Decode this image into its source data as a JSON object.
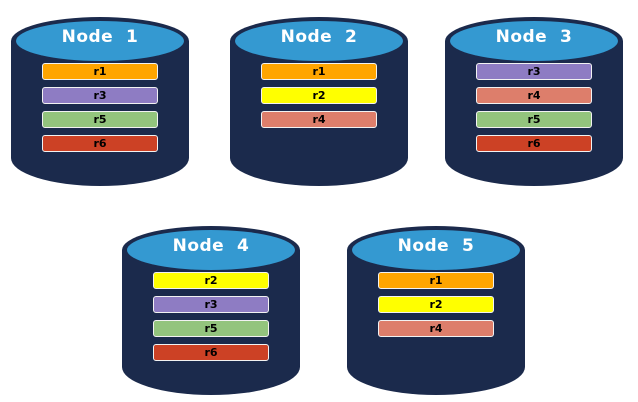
{
  "diagram": {
    "background": "#FFFFFF",
    "palette": {
      "cylinder_body": "#1B2A4C",
      "cylinder_top": "#3499D1",
      "title_color": "#FFFFFF",
      "bar_border": "#F2F2F2",
      "bar_text_color": "#000000"
    },
    "replica_colors": {
      "r1": "#FFA500",
      "r2": "#FFFF00",
      "r3": "#8E7CC3",
      "r4": "#DD7E6B",
      "r5": "#93C47D",
      "r6": "#CC4125"
    },
    "nodes": [
      {
        "title": "Node  1",
        "replicas": [
          "r1",
          "r3",
          "r5",
          "r6"
        ]
      },
      {
        "title": "Node  2",
        "replicas": [
          "r1",
          "r2",
          "r4"
        ]
      },
      {
        "title": "Node  3",
        "replicas": [
          "r3",
          "r4",
          "r5",
          "r6"
        ]
      },
      {
        "title": "Node  4",
        "replicas": [
          "r2",
          "r3",
          "r5",
          "r6"
        ]
      },
      {
        "title": "Node  5",
        "replicas": [
          "r1",
          "r2",
          "r4"
        ]
      }
    ]
  }
}
